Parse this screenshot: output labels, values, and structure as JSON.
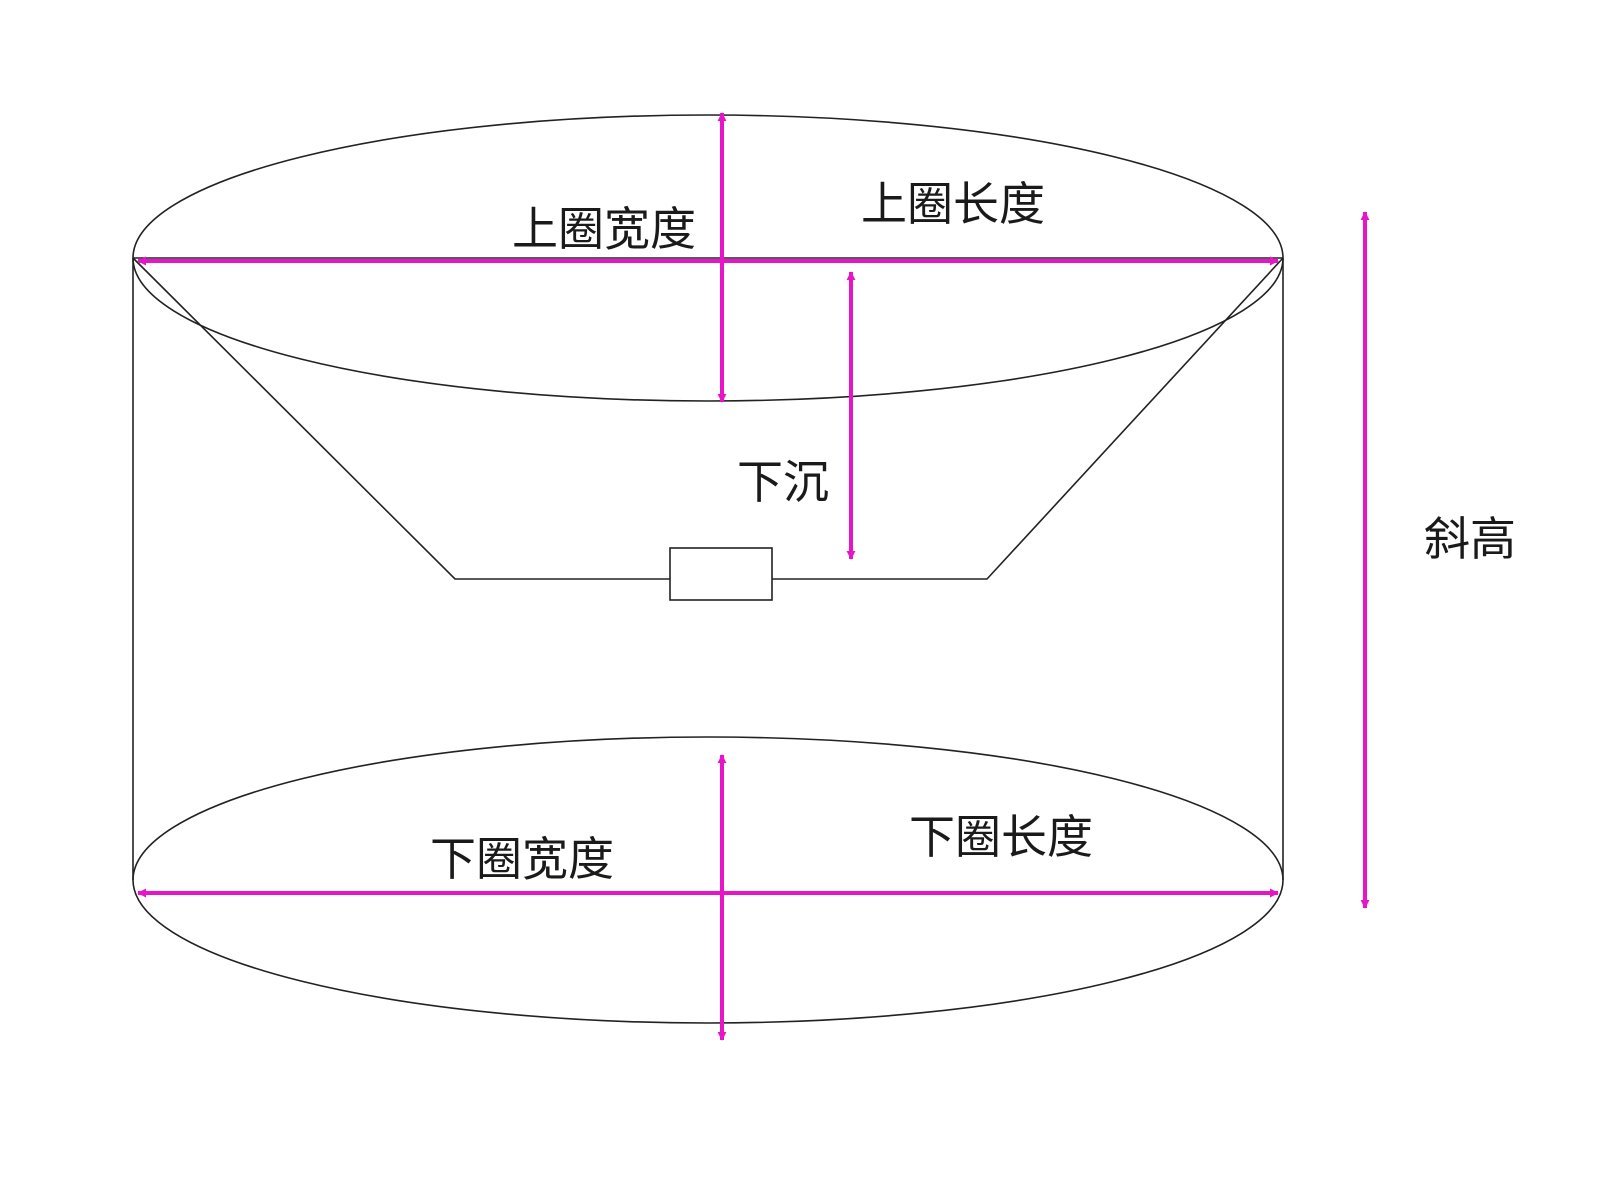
{
  "labels": {
    "top_width": "上圈宽度",
    "top_length": "上圈长度",
    "sink": "下沉",
    "slant_height": "斜高",
    "bottom_width": "下圈宽度",
    "bottom_length": "下圈长度"
  },
  "colors": {
    "dimension": "#e815c8",
    "outline": "#222222",
    "text": "#1a1a1a",
    "background": "#ffffff"
  }
}
